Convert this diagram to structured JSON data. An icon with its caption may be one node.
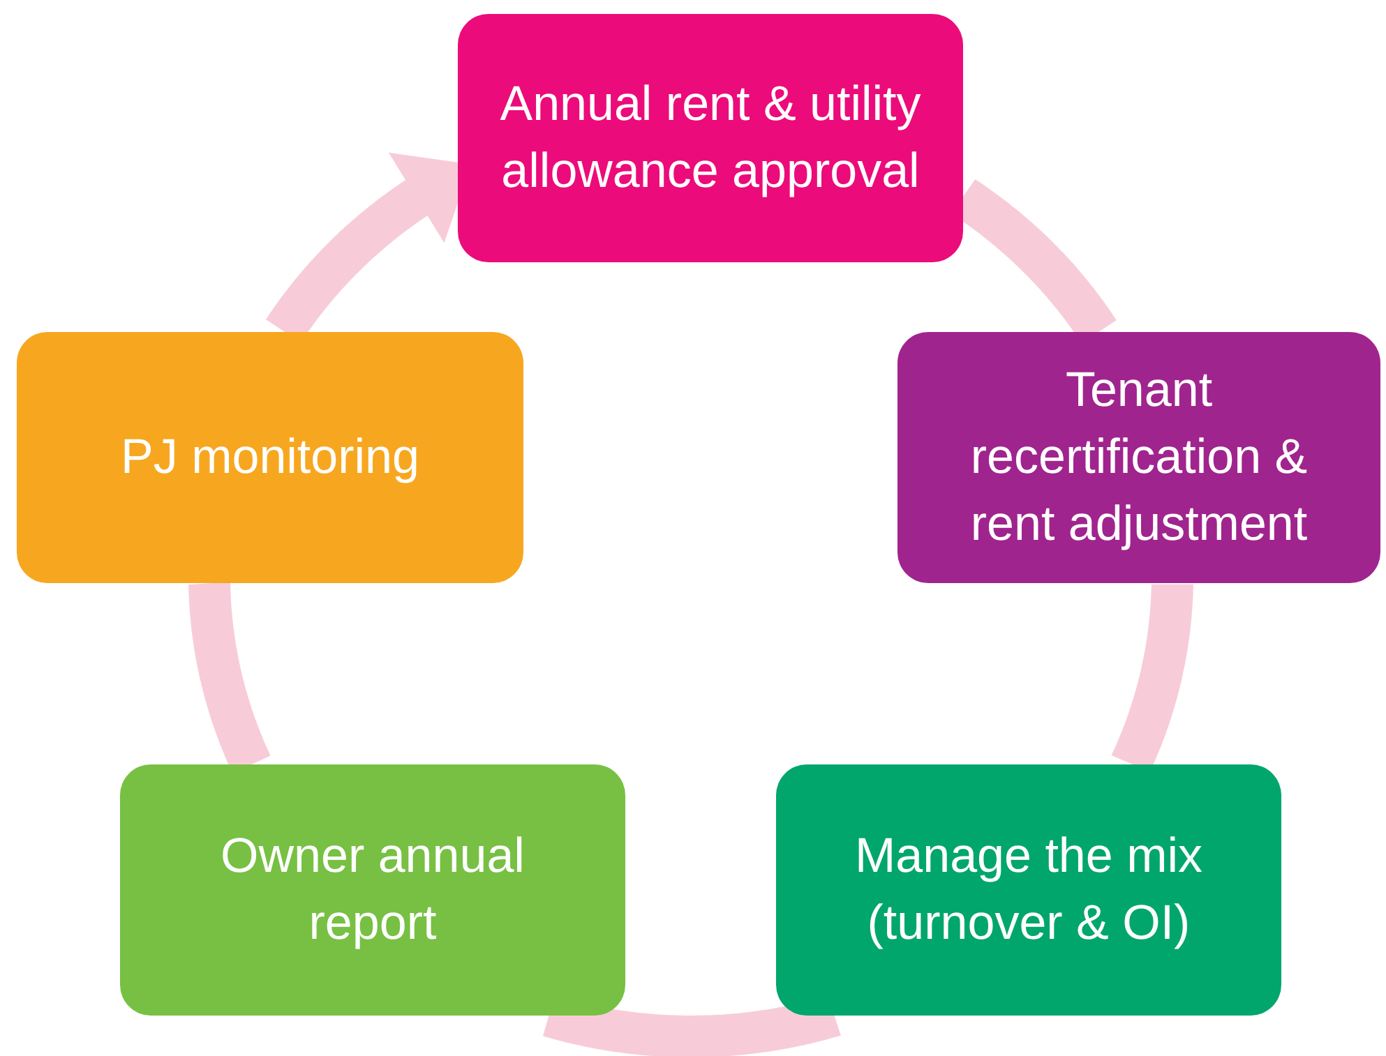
{
  "diagram": {
    "nodes": [
      {
        "text": [
          "Annual rent & utility allowance approval"
        ]
      },
      {
        "text": [
          "Tenant recertification & rent adjustment"
        ]
      },
      {
        "text": [
          "Manage the mix (turnover & OI)"
        ]
      },
      {
        "text": [
          "Owner annual report"
        ]
      },
      {
        "text": [
          "PJ monitoring"
        ]
      }
    ],
    "edges": [
      {
        "from": 0,
        "to": 1,
        "arrow": "none"
      },
      {
        "from": 1,
        "to": 2,
        "arrow": "none"
      },
      {
        "from": 2,
        "to": 3,
        "arrow": "none"
      },
      {
        "from": 3,
        "to": 4,
        "arrow": "none"
      },
      {
        "from": 4,
        "to": 0,
        "arrow": "to"
      }
    ]
  }
}
